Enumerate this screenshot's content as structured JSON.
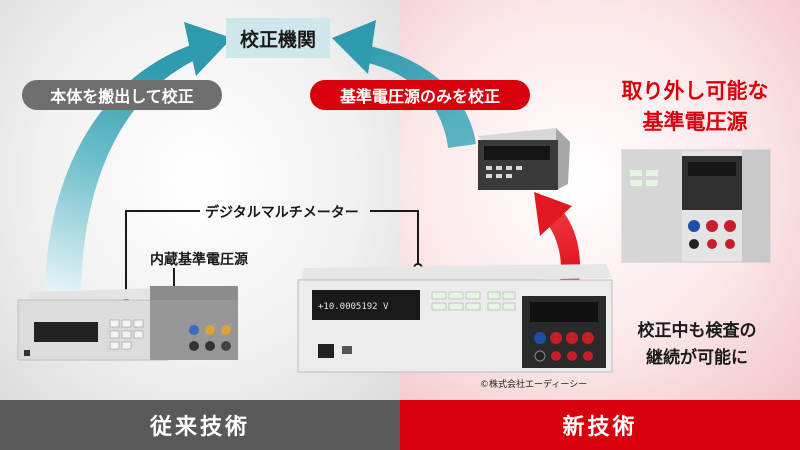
{
  "calibration_institution": "校正機関",
  "conventional_path_label": "本体を搬出して校正",
  "new_path_label": "基準電圧源のみを校正",
  "removable_heading": {
    "line1": "取り外し可能な",
    "line2": "基準電圧源"
  },
  "dmm_callout": "デジタルマルチメーター",
  "builtin_reference_callout": "内蔵基準電圧源",
  "bottom_note": {
    "line1": "校正中も検査の",
    "line2": "継続が可能に"
  },
  "copyright": "©株式会社エーディーシー",
  "footer": {
    "conventional": "従来技術",
    "new": "新技術"
  },
  "device_readout": "+10.0005192  V",
  "colors": {
    "accent_red": "#d9000d",
    "teal_arrow": "#3aa0b2",
    "footer_gray": "#595959",
    "institution_box": "#cfe6ea"
  }
}
